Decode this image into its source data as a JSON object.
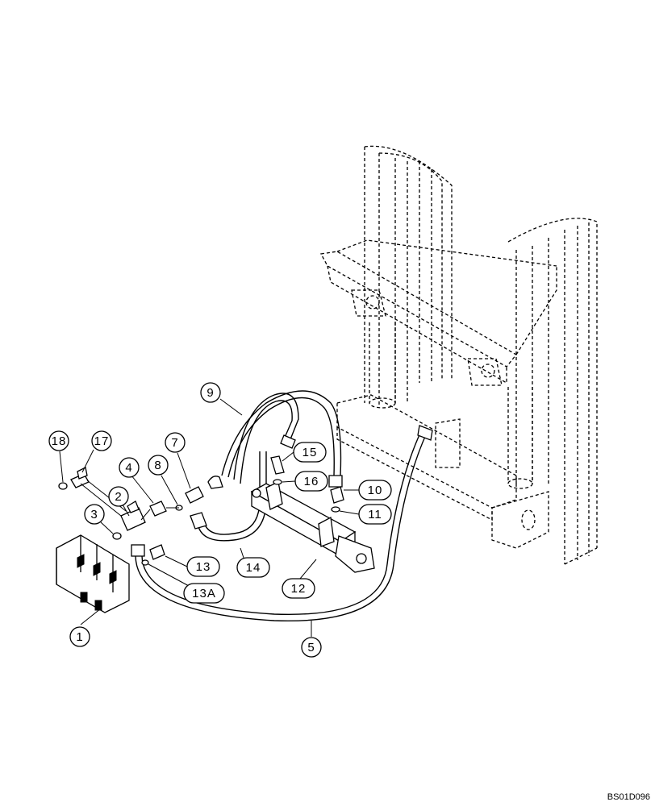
{
  "callouts": [
    {
      "id": "1",
      "label": "1"
    },
    {
      "id": "2",
      "label": "2"
    },
    {
      "id": "3",
      "label": "3"
    },
    {
      "id": "4",
      "label": "4"
    },
    {
      "id": "5",
      "label": "5"
    },
    {
      "id": "7",
      "label": "7"
    },
    {
      "id": "8",
      "label": "8"
    },
    {
      "id": "9",
      "label": "9"
    },
    {
      "id": "10",
      "label": "10"
    },
    {
      "id": "11",
      "label": "11"
    },
    {
      "id": "12",
      "label": "12"
    },
    {
      "id": "13",
      "label": "13"
    },
    {
      "id": "13A",
      "label": "13A"
    },
    {
      "id": "14",
      "label": "14"
    },
    {
      "id": "15",
      "label": "15"
    },
    {
      "id": "16",
      "label": "16"
    },
    {
      "id": "17",
      "label": "17"
    },
    {
      "id": "18",
      "label": "18"
    }
  ],
  "reference_code": "BS01D096"
}
